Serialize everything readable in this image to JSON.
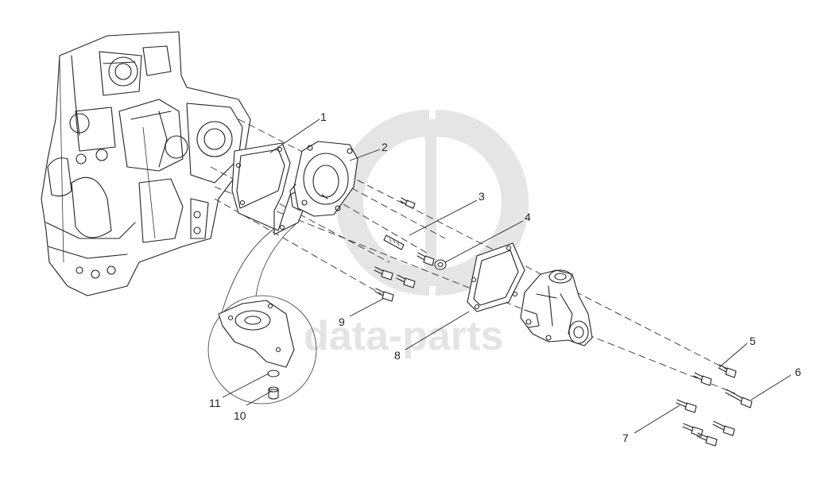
{
  "diagram": {
    "callouts": [
      {
        "id": "1",
        "label": "1"
      },
      {
        "id": "2",
        "label": "2"
      },
      {
        "id": "3",
        "label": "3"
      },
      {
        "id": "4",
        "label": "4"
      },
      {
        "id": "5",
        "label": "5"
      },
      {
        "id": "6",
        "label": "6"
      },
      {
        "id": "7",
        "label": "7"
      },
      {
        "id": "8",
        "label": "8"
      },
      {
        "id": "9",
        "label": "9"
      },
      {
        "id": "10",
        "label": "10"
      },
      {
        "id": "11",
        "label": "11"
      }
    ]
  },
  "watermark": {
    "text": "data-parts",
    "color": "#cfcfcf"
  }
}
